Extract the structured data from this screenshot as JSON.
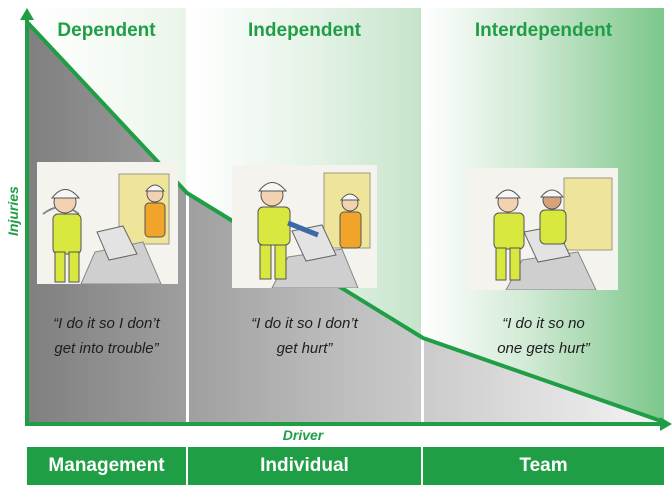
{
  "stages": [
    {
      "heading": "Dependent",
      "quote_line1": "“I do it so I don’t",
      "quote_line2": "get into trouble”",
      "driver": "Management"
    },
    {
      "heading": "Independent",
      "quote_line1": "“I do it so I don’t",
      "quote_line2": "get hurt”",
      "driver": "Individual"
    },
    {
      "heading": "Interdependent",
      "quote_line1": "“I do it so no",
      "quote_line2": "one gets hurt”",
      "driver": "Team"
    }
  ],
  "axes": {
    "y_label": "Injuries",
    "x_label": "Driver"
  },
  "colors": {
    "brand_green": "#1f9e46",
    "curve_shade": "#8f8f8f"
  }
}
